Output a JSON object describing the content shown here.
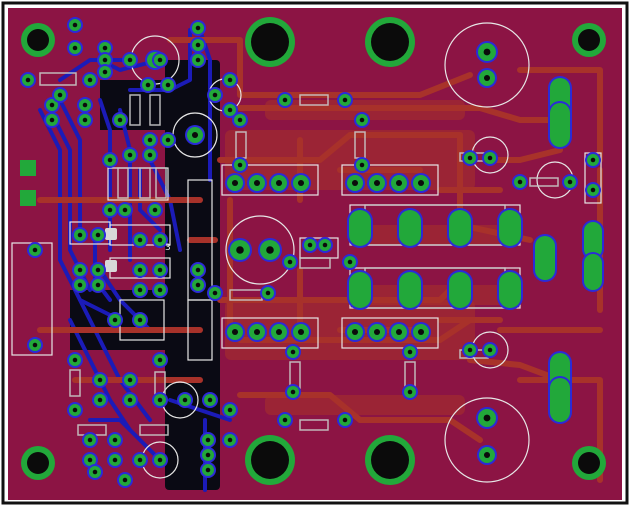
{
  "view": {
    "type": "pcb-layout",
    "layers_visible": [
      "top-copper",
      "bottom-copper",
      "pads",
      "vias",
      "silkscreen",
      "board-outline"
    ]
  },
  "colors": {
    "background": "#ffffff",
    "outline": "#111111",
    "copper_fill": "#8c1444",
    "copper_trace": "#a8322a",
    "bottom_trace": "#1b1bb8",
    "bottom_pour": "#0a0a14",
    "pad": "#22a83a",
    "pad_outline": "#2b2bd8",
    "drill": "#0b0b0b",
    "silkscreen": "#e6e6e6",
    "part_body": "#c8c8c8",
    "tag_fill": "#d8d8d8"
  },
  "annotations": {
    "mini_label": "3"
  }
}
